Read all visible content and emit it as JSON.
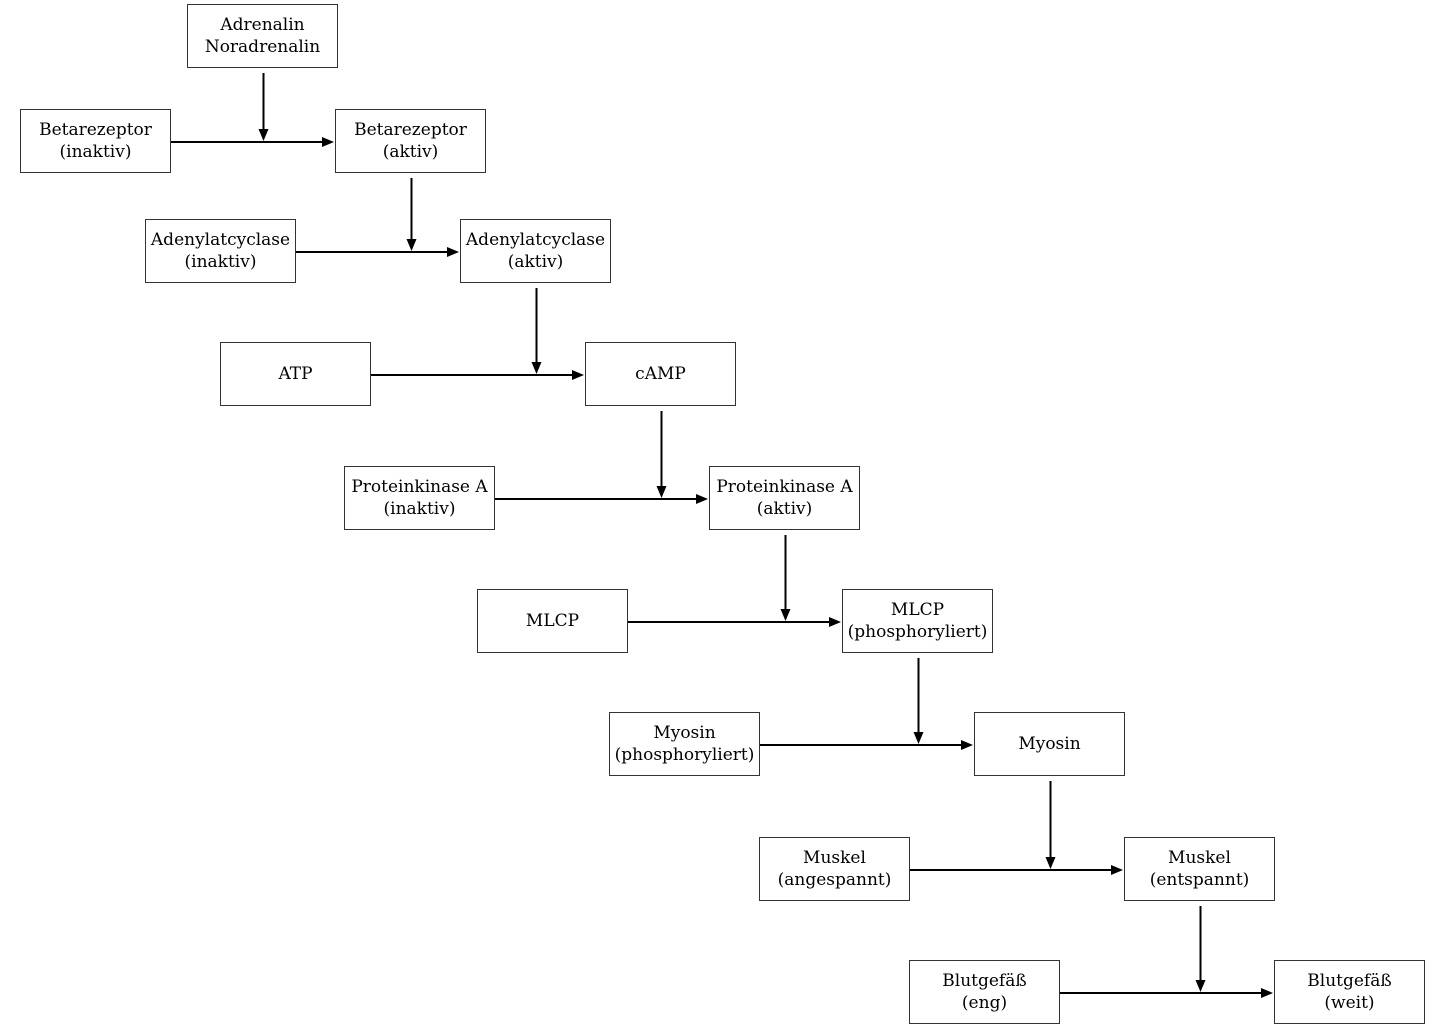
{
  "diagram": {
    "nodes": {
      "adrenalin": {
        "line1": "Adrenalin",
        "line2": "Noradrenalin"
      },
      "beta_inactive": {
        "line1": "Betarezeptor",
        "line2": "(inaktiv)"
      },
      "beta_active": {
        "line1": "Betarezeptor",
        "line2": "(aktiv)"
      },
      "ac_inactive": {
        "line1": "Adenylatcyclase",
        "line2": "(inaktiv)"
      },
      "ac_active": {
        "line1": "Adenylatcyclase",
        "line2": "(aktiv)"
      },
      "atp": {
        "line1": "ATP",
        "line2": ""
      },
      "camp": {
        "line1": "cAMP",
        "line2": ""
      },
      "pka_inactive": {
        "line1": "Proteinkinase A",
        "line2": "(inaktiv)"
      },
      "pka_active": {
        "line1": "Proteinkinase A",
        "line2": "(aktiv)"
      },
      "mlcp": {
        "line1": "MLCP",
        "line2": ""
      },
      "mlcp_p": {
        "line1": "MLCP",
        "line2": "(phosphoryliert)"
      },
      "myosin_p": {
        "line1": "Myosin",
        "line2": "(phosphoryliert)"
      },
      "myosin": {
        "line1": "Myosin",
        "line2": ""
      },
      "muscle_tense": {
        "line1": "Muskel",
        "line2": "(angespannt)"
      },
      "muscle_relaxed": {
        "line1": "Muskel",
        "line2": "(entspannt)"
      },
      "vessel_narrow": {
        "line1": "Blutgefäß",
        "line2": "(eng)"
      },
      "vessel_wide": {
        "line1": "Blutgefäß",
        "line2": "(weit)"
      }
    },
    "edges": [
      {
        "from": "beta_inactive",
        "to": "beta_active",
        "catalyst": "adrenalin"
      },
      {
        "from": "ac_inactive",
        "to": "ac_active",
        "catalyst": "beta_active"
      },
      {
        "from": "atp",
        "to": "camp",
        "catalyst": "ac_active"
      },
      {
        "from": "pka_inactive",
        "to": "pka_active",
        "catalyst": "camp"
      },
      {
        "from": "mlcp",
        "to": "mlcp_p",
        "catalyst": "pka_active"
      },
      {
        "from": "myosin_p",
        "to": "myosin",
        "catalyst": "mlcp_p"
      },
      {
        "from": "muscle_tense",
        "to": "muscle_relaxed",
        "catalyst": "myosin"
      },
      {
        "from": "vessel_narrow",
        "to": "vessel_wide",
        "catalyst": "muscle_relaxed"
      }
    ]
  }
}
